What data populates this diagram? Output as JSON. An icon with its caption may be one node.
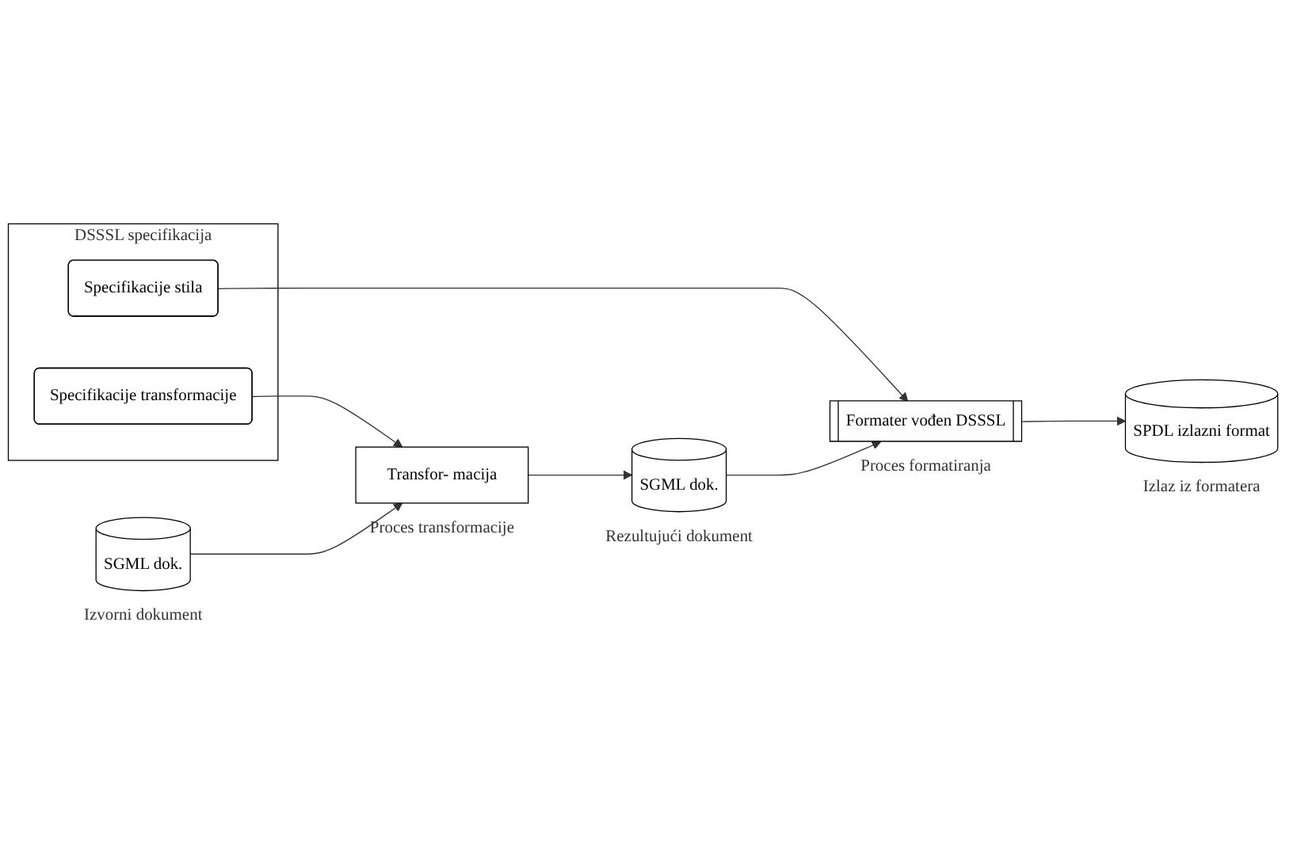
{
  "diagram": {
    "nodes": [
      {
        "text": [
          "DSSSL specifikacija"
        ]
      },
      {
        "text": [
          "Specifikacije transformacije"
        ],
        "in": 0
      },
      {
        "text": [
          "Specifikacije stila"
        ],
        "in": 0
      },
      {
        "text": [
          "SGML dok."
        ],
        "beside": [
          "Izvorni dokument"
        ]
      },
      {
        "text": [
          "Transfor- macija"
        ],
        "beside": [
          "Proces transformacije"
        ]
      },
      {
        "text": [
          "SGML dok."
        ],
        "beside": [
          "Rezultujući dokument"
        ]
      },
      {
        "text": [
          "Formater vođen DSSSL"
        ],
        "beside": [
          "Proces formatiranja"
        ]
      },
      {
        "text": [
          "SPDL izlazni format"
        ],
        "beside": [
          "Izlaz iz formatera"
        ]
      }
    ],
    "edges": [
      {
        "from": 1,
        "to": 4,
        "arrow": "to"
      },
      {
        "from": 2,
        "to": 6,
        "arrow": "to"
      },
      {
        "from": 3,
        "to": 4,
        "arrow": "to"
      },
      {
        "from": 4,
        "to": 5,
        "arrow": "to"
      },
      {
        "from": 5,
        "to": 6,
        "arrow": "to"
      },
      {
        "from": 6,
        "to": 7,
        "arrow": "to"
      }
    ]
  }
}
